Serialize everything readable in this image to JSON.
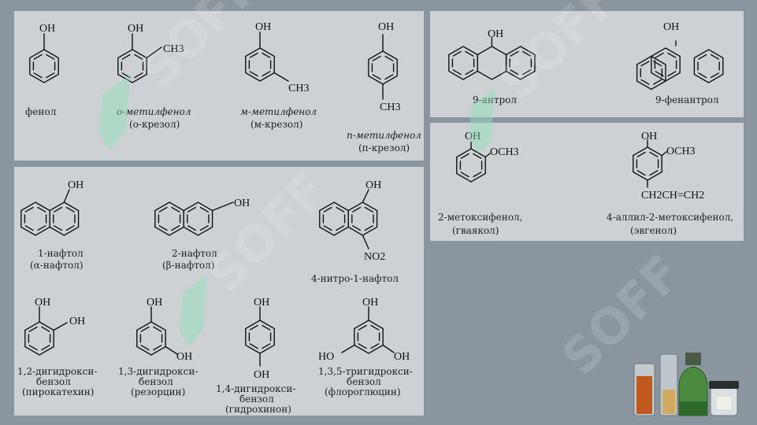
{
  "groups": {
    "oh": "OH",
    "ch3": "CH3",
    "och3": "OCH3",
    "no2": "NO2",
    "ho": "HO",
    "allyl": "CH2CH=CH2"
  },
  "labels": {
    "phenol": "фенол",
    "o_cresol_1": "о-метилфенол",
    "o_cresol_2": "(о-крезол)",
    "m_cresol_1": "м-метилфенол",
    "m_cresol_2": "(м-крезол)",
    "p_cresol_1": "п-метилфенол",
    "p_cresol_2": "(п-крезол)",
    "anthrol": "9-антрол",
    "phenanthrol": "9-фенантрол",
    "guaiacol_1": "2-метоксифенол,",
    "guaiacol_2": "(гваякол)",
    "eugenol_1": "4-аллил-2-метоксифенол,",
    "eugenol_2": "(эвгенол)",
    "naphthol1_1": "1-нафтол",
    "naphthol1_2": "(α-нафтол)",
    "naphthol2_1": "2-нафтол",
    "naphthol2_2": "(β-нафтол)",
    "nitronaphthol": "4-нитро-1-нафтол",
    "catechol_1": "1,2-дигидрокси-",
    "catechol_2": "бензол",
    "catechol_3": "(пирокатехин)",
    "resorcinol_1": "1,3-дигидрокси-",
    "resorcinol_2": "бензол",
    "resorcinol_3": "(резорцин)",
    "hydroquinone_1": "1,4-дигидрокси-",
    "hydroquinone_2": "бензол",
    "hydroquinone_3": "(гидрохинон)",
    "phloroglucinol_1": "1,3,5-тригидрокси-",
    "phloroglucinol_2": "бензол",
    "phloroglucinol_3": "(флороглюцин)"
  },
  "watermark": "SOFF",
  "colors": {
    "background": "#8a969f",
    "panel": "#cdd1d4",
    "ink": "#111111"
  }
}
